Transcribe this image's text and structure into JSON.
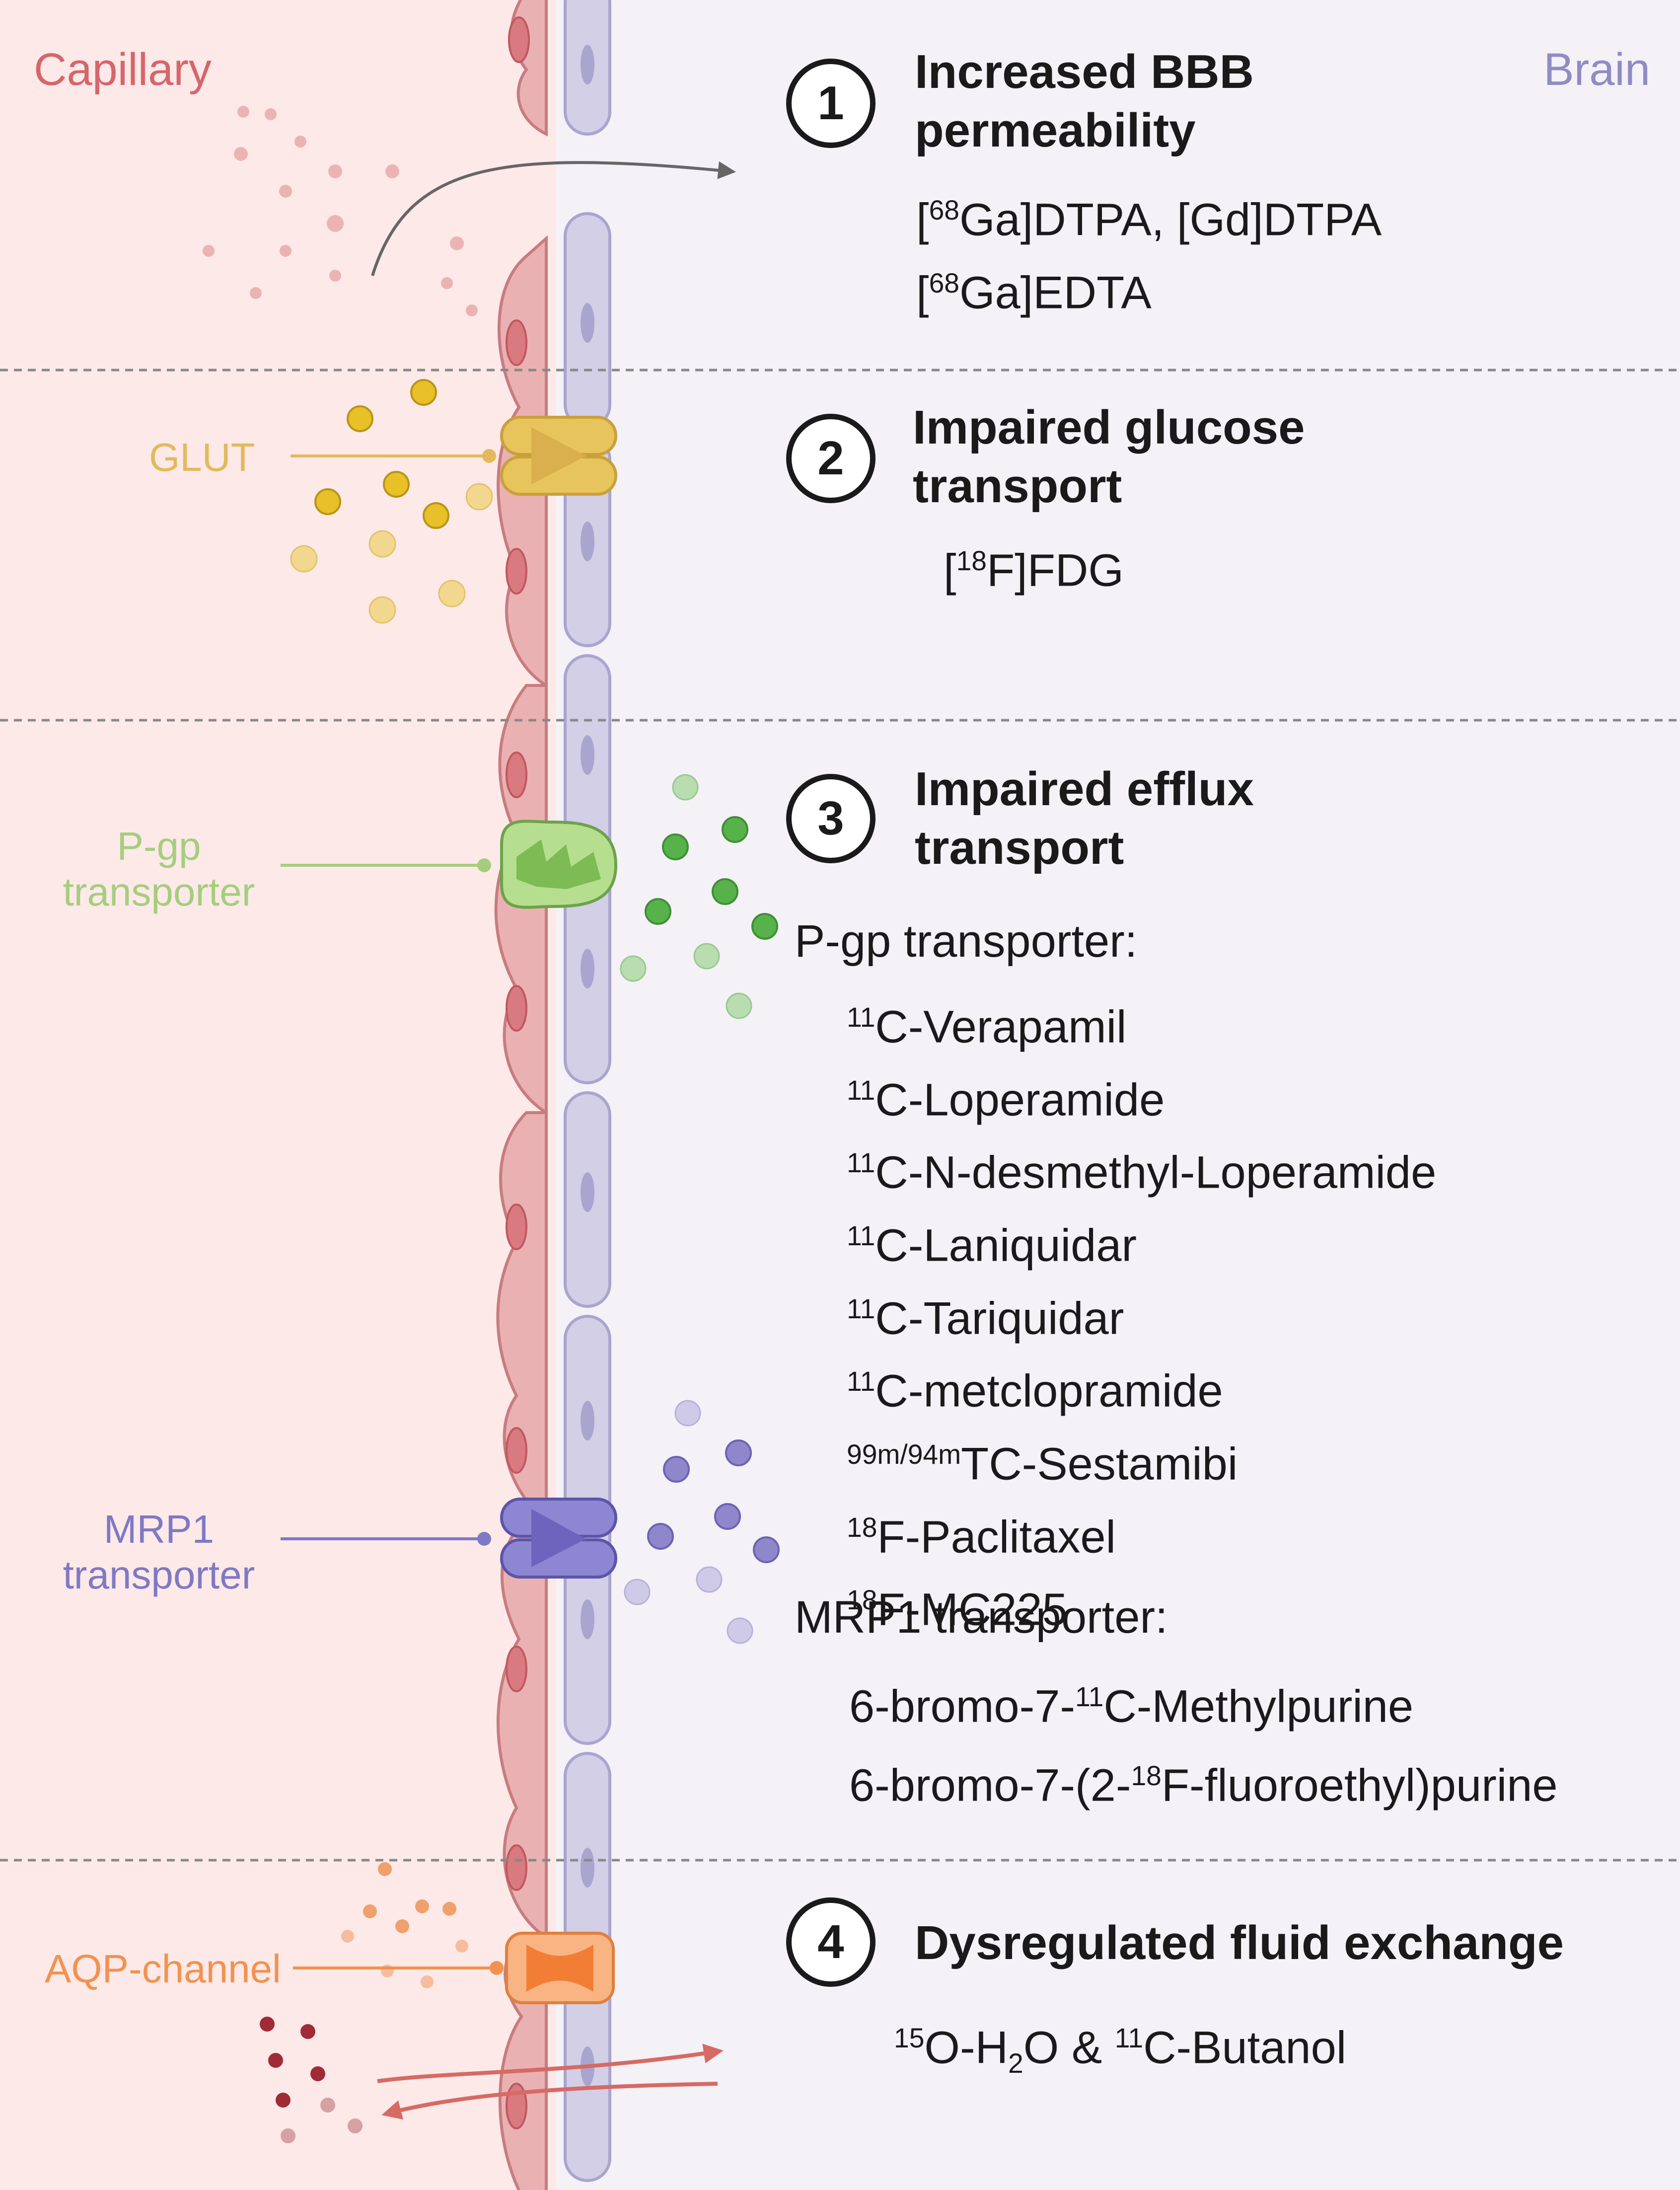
{
  "labels": {
    "capillary": "Capillary",
    "brain": "Brain",
    "glut": "GLUT",
    "pgp_1": "P-gp",
    "pgp_2": "transporter",
    "mrp1_1": "MRP1",
    "mrp1_2": "transporter",
    "aqp": "AQP-channel"
  },
  "sections": [
    {
      "number": "1",
      "title_1": "Increased BBB",
      "title_2": "permeability",
      "tracers": [
        {
          "sup": "68",
          "text": "Ga]DTPA, [Gd]DTPA"
        },
        {
          "sup": "68",
          "text": "Ga]EDTA"
        }
      ]
    },
    {
      "number": "2",
      "title_1": "Impaired glucose",
      "title_2": "transport",
      "tracers": [
        {
          "sup": "18",
          "text": "F]FDG"
        }
      ]
    },
    {
      "number": "3",
      "title_1": "Impaired efflux",
      "title_2": "transport",
      "pgp_heading": "P-gp transporter:",
      "pgp_tracers": [
        {
          "sup": "11",
          "text": "C-Verapamil"
        },
        {
          "sup": "11",
          "text": "C-Loperamide"
        },
        {
          "sup": "11",
          "text": "C-N-desmethyl-Loperamide"
        },
        {
          "sup": "11",
          "text": "C-Laniquidar"
        },
        {
          "sup": "11",
          "text": "C-Tariquidar"
        },
        {
          "sup": "11",
          "text": "C-metclopramide"
        },
        {
          "sup": "99m/94m",
          "text": "TC-Sestamibi"
        },
        {
          "sup": "18",
          "text": "F-Paclitaxel"
        },
        {
          "sup": "18",
          "text": "F-MC225"
        }
      ],
      "mrp1_heading": "MRP1 transporter:",
      "mrp1_tracers": [
        {
          "pre": "6-bromo-7-",
          "sup": "11",
          "text": "C-Methylpurine"
        },
        {
          "pre": "6-bromo-7-(2-",
          "sup": "18",
          "text": "F-fluoroethyl)purine"
        }
      ]
    },
    {
      "number": "4",
      "title_1": "Dysregulated fluid exchange",
      "tracer": {
        "sup1": "15",
        "t1": "O-H",
        "sub": "2",
        "t2": "O & ",
        "sup2": "11",
        "t3": "C-Butanol"
      }
    }
  ],
  "colors": {
    "capillary_bg": "#fce9e8",
    "brain_bg": "#f4f1f7",
    "endothelial": "#eab1b2",
    "astro": "#d2cfe6",
    "glut": "#e8c45c",
    "pgp": "#8fc96a",
    "mrp1": "#7f79c4",
    "aqp": "#f2924f",
    "divider": "#888888"
  }
}
